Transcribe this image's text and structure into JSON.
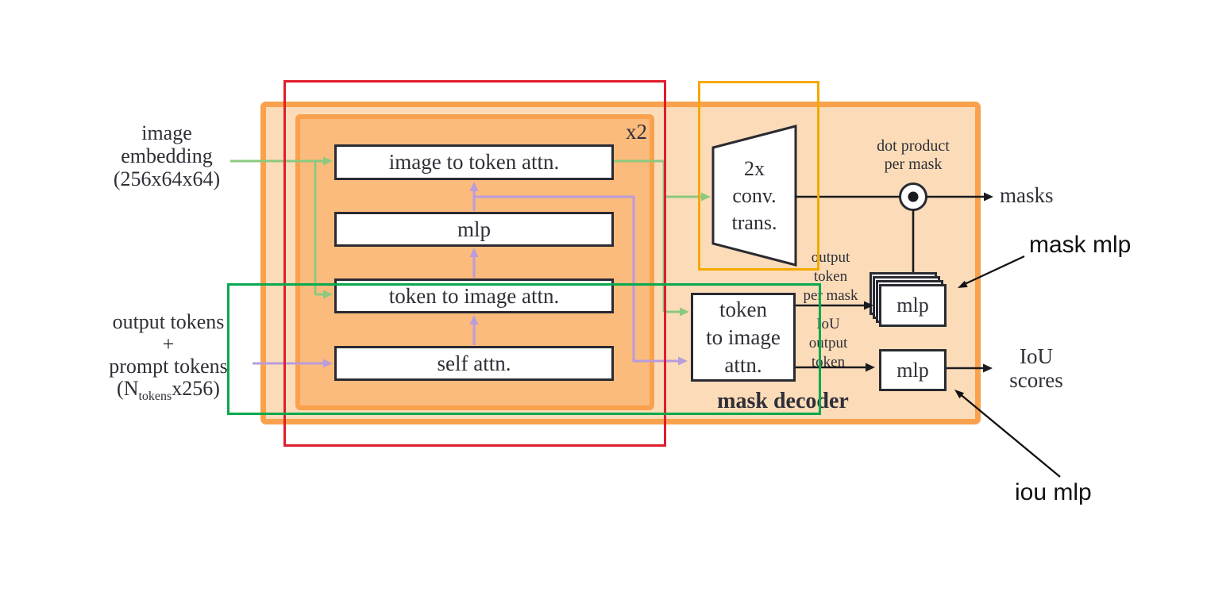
{
  "colors": {
    "orange-border": "#F9A14D",
    "outer-fill": "#FCDCB8",
    "inner-fill": "#FBBB7C",
    "red-overlay": "#DF1D2C",
    "green-overlay": "#0AA84E",
    "yellow-overlay": "#F5A800",
    "green-arrow": "#8CC97F",
    "purple-arrow": "#B99CDC",
    "ink": "#2A2A32",
    "text": "#2F2F38"
  },
  "inputs": {
    "image_embedding": {
      "l1": "image",
      "l2": "embedding",
      "l3": "(256x64x64)"
    },
    "tokens": {
      "l1": "output tokens",
      "l2": "+",
      "l3": "prompt tokens",
      "l4_open": "(N",
      "l4_sub": "tokens",
      "l4_close": "x256)"
    }
  },
  "transformer": {
    "repeat": "x2",
    "blocks": [
      "image to token attn.",
      "mlp",
      "token to image attn.",
      "self attn."
    ]
  },
  "decoder": {
    "title": "mask decoder",
    "conv": {
      "l1": "2x",
      "l2": "conv.",
      "l3": "trans."
    },
    "attn": {
      "l1": "token",
      "l2": "to image",
      "l3": "attn."
    },
    "dot": {
      "l1": "dot product",
      "l2": "per mask"
    },
    "out_token": {
      "l1": "output",
      "l2": "token",
      "l3": "per mask"
    },
    "iou_token": {
      "l1": "IoU",
      "l2": "output",
      "l3": "token"
    },
    "mask_mlp": "mlp",
    "iou_mlp": "mlp"
  },
  "outputs": {
    "masks": "masks",
    "iou": {
      "l1": "IoU",
      "l2": "scores"
    }
  },
  "annotations": {
    "mask_mlp": "mask mlp",
    "iou_mlp": "iou mlp"
  }
}
